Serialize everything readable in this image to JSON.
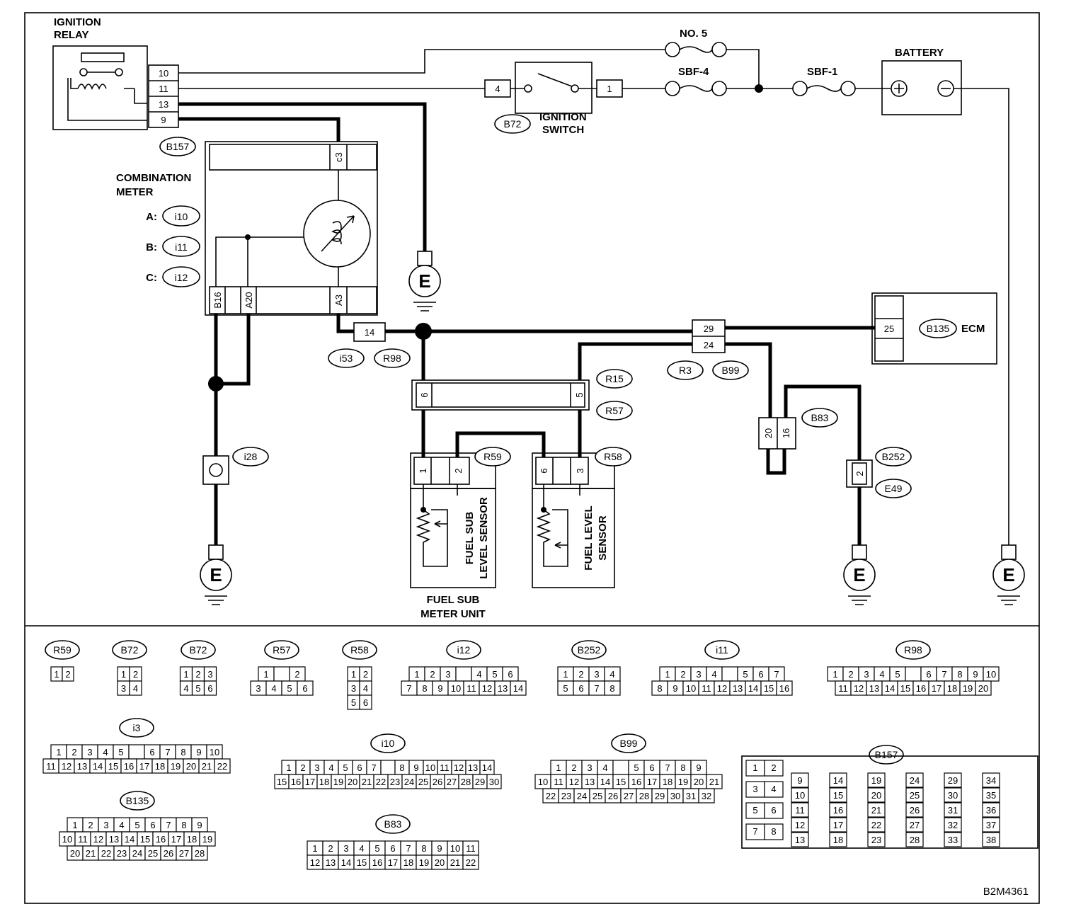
{
  "components": {
    "ignition_relay": "IGNITION\nRELAY",
    "combination_meter": "COMBINATION\nMETER",
    "battery": "BATTERY",
    "ignition_switch": "IGNITION\nSWITCH",
    "ecm": "ECM",
    "fuel_sub_meter_unit": "FUEL SUB\nMETER UNIT",
    "fuel_sub_level_sensor": "FUEL SUB\nLEVEL SENSOR",
    "fuel_level_sensor": "FUEL LEVEL\nSENSOR",
    "ground_symbol": "E"
  },
  "fuses": {
    "no5": "NO. 5",
    "sbf4": "SBF-4",
    "sbf1": "SBF-1"
  },
  "meter_connectors": [
    {
      "prefix": "A:",
      "id": "i10"
    },
    {
      "prefix": "B:",
      "id": "i11"
    },
    {
      "prefix": "C:",
      "id": "i12"
    }
  ],
  "connectors": {
    "b157": "B157",
    "b72": "B72",
    "i53": "i53",
    "r98": "R98",
    "r3": "R3",
    "b99": "B99",
    "b135": "B135",
    "r15": "R15",
    "r57": "R57",
    "r59": "R59",
    "r58": "R58",
    "b83": "B83",
    "b252": "B252",
    "e49": "E49",
    "i28": "i28"
  },
  "pins": {
    "relay": [
      "10",
      "11",
      "13",
      "9"
    ],
    "meter_top": "c3",
    "meter_bottom": [
      "B16",
      "A20",
      "A3"
    ],
    "i53": "14",
    "sw_in": "4",
    "sw_out": "1",
    "b99": [
      "29",
      "24"
    ],
    "ecm": "25",
    "r15_left": "6",
    "r15_right": "5",
    "r59": [
      "1",
      "2"
    ],
    "r58": [
      "6",
      "3"
    ],
    "b83": [
      "20",
      "16"
    ],
    "b252": "2"
  },
  "connector_views": [
    {
      "id": "R59",
      "rows": [
        [
          "1",
          "2"
        ]
      ]
    },
    {
      "id": "B72",
      "rows": [
        [
          "1",
          "2"
        ],
        [
          "3",
          "4"
        ]
      ]
    },
    {
      "id": "B72",
      "rows": [
        [
          "1",
          "2",
          "3"
        ],
        [
          "4",
          "5",
          "6"
        ]
      ]
    },
    {
      "id": "R57",
      "rows": [
        [
          "1",
          "",
          "2"
        ],
        [
          "3",
          "4",
          "5",
          "6"
        ]
      ]
    },
    {
      "id": "R58",
      "rows": [
        [
          "1",
          "2"
        ],
        [
          "3",
          "4"
        ],
        [
          "5",
          "6"
        ]
      ]
    },
    {
      "id": "i12",
      "rows": [
        [
          "1",
          "2",
          "3",
          "",
          "4",
          "5",
          "6"
        ],
        [
          "7",
          "8",
          "9",
          "10",
          "11",
          "12",
          "13",
          "14"
        ]
      ]
    },
    {
      "id": "B252",
      "rows": [
        [
          "1",
          "2",
          "3",
          "4"
        ],
        [
          "5",
          "6",
          "7",
          "8"
        ]
      ]
    },
    {
      "id": "i11",
      "rows": [
        [
          "1",
          "2",
          "3",
          "4",
          "",
          "5",
          "6",
          "7"
        ],
        [
          "8",
          "9",
          "10",
          "11",
          "12",
          "13",
          "14",
          "15",
          "16"
        ]
      ]
    },
    {
      "id": "R98",
      "rows": [
        [
          "1",
          "2",
          "3",
          "4",
          "5",
          "",
          "6",
          "7",
          "8",
          "9",
          "10"
        ],
        [
          "11",
          "12",
          "13",
          "14",
          "15",
          "16",
          "17",
          "18",
          "19",
          "20"
        ]
      ]
    },
    {
      "id": "i3",
      "rows": [
        [
          "1",
          "2",
          "3",
          "4",
          "5",
          "",
          "6",
          "7",
          "8",
          "9",
          "10"
        ],
        [
          "11",
          "12",
          "13",
          "14",
          "15",
          "16",
          "17",
          "18",
          "19",
          "20",
          "21",
          "22"
        ]
      ]
    },
    {
      "id": "i10",
      "rows": [
        [
          "1",
          "2",
          "3",
          "4",
          "5",
          "6",
          "7",
          "",
          "8",
          "9",
          "10",
          "11",
          "12",
          "13",
          "14"
        ],
        [
          "15",
          "16",
          "17",
          "18",
          "19",
          "20",
          "21",
          "22",
          "23",
          "24",
          "25",
          "26",
          "27",
          "28",
          "29",
          "30"
        ]
      ]
    },
    {
      "id": "B99",
      "rows": [
        [
          "1",
          "2",
          "3",
          "4",
          "",
          "5",
          "6",
          "7",
          "8",
          "9"
        ],
        [
          "10",
          "11",
          "12",
          "13",
          "14",
          "15",
          "16",
          "17",
          "18",
          "19",
          "20",
          "21"
        ],
        [
          "22",
          "23",
          "24",
          "25",
          "26",
          "27",
          "28",
          "29",
          "30",
          "31",
          "32"
        ]
      ]
    },
    {
      "id": "B135",
      "rows": [
        [
          "1",
          "2",
          "3",
          "4",
          "5",
          "6",
          "7",
          "8",
          "9"
        ],
        [
          "10",
          "11",
          "12",
          "13",
          "14",
          "15",
          "16",
          "17",
          "18",
          "19"
        ],
        [
          "20",
          "21",
          "22",
          "23",
          "24",
          "25",
          "26",
          "27",
          "28"
        ]
      ]
    },
    {
      "id": "B83",
      "rows": [
        [
          "1",
          "2",
          "3",
          "4",
          "5",
          "6",
          "7",
          "8",
          "9",
          "10",
          "11"
        ],
        [
          "12",
          "13",
          "14",
          "15",
          "16",
          "17",
          "18",
          "19",
          "20",
          "21",
          "22"
        ]
      ]
    },
    {
      "id": "B157",
      "rows": [
        [
          "1",
          "2"
        ],
        [
          "3",
          "4"
        ],
        [
          "5",
          "6"
        ],
        [
          "7",
          "8"
        ],
        [
          "9",
          "10",
          "11",
          "12",
          "13"
        ],
        [
          "14",
          "15",
          "16",
          "17",
          "18"
        ],
        [
          "19",
          "20",
          "21",
          "22",
          "23"
        ],
        [
          "24",
          "25",
          "26",
          "27",
          "28"
        ],
        [
          "29",
          "30",
          "31",
          "32",
          "33"
        ],
        [
          "34",
          "35",
          "36",
          "37",
          "38"
        ]
      ]
    }
  ],
  "figure_code": "B2M4361"
}
